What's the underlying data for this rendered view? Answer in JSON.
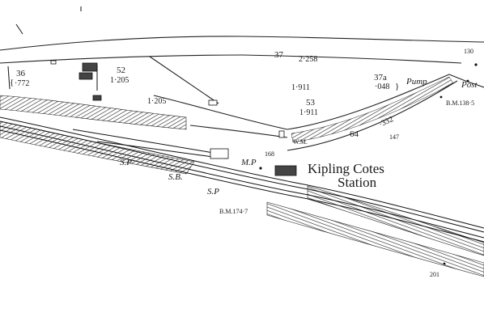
{
  "station": {
    "name_line1": "Kipling Cotes",
    "name_line2": "Station"
  },
  "parcels": [
    {
      "id": "p36",
      "number": "36",
      "area": "·772"
    },
    {
      "id": "p52",
      "number": "52",
      "area": "1·205"
    },
    {
      "id": "p52b",
      "area": "1·205"
    },
    {
      "id": "p37",
      "number": "37",
      "area": "2·258"
    },
    {
      "id": "p53",
      "number": "53",
      "area": "1·911",
      "area_top": "1·911"
    },
    {
      "id": "p37a",
      "number": "37a",
      "area": "·048"
    },
    {
      "id": "p64",
      "number": "64",
      "area": "·332"
    }
  ],
  "labels": {
    "pump": "Pump",
    "post": "Post",
    "wm": "W.M.",
    "mp": "M.P",
    "sb": "S.B.",
    "sp1": "S.P",
    "sp2": "S.P",
    "bm_174": "B.M.174·7",
    "bm_138": "B.M.138·5",
    "spot_130": "130",
    "spot_168": "168",
    "spot_147": "147",
    "spot_201": "201"
  }
}
